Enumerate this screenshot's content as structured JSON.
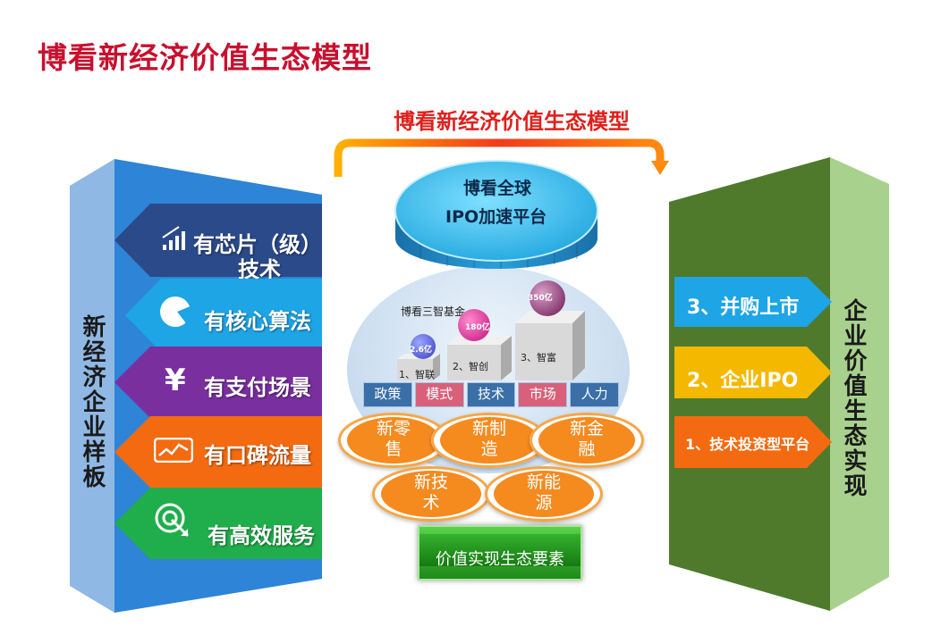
{
  "title": "博看新经济价值生态模型",
  "subtitle": "博看新经济价值生态模型",
  "left_panel": {
    "vertical_label": "新经济企业样板",
    "items": [
      {
        "icon": "signal-bars-icon",
        "line1": "有芯片（级）",
        "line2": "技术",
        "color": "#2b4a8a"
      },
      {
        "icon": "pie-chart-icon",
        "line1": "有核心算法",
        "color": "#1ea5e6"
      },
      {
        "icon": "yen-icon",
        "line1": "有支付场景",
        "color": "#7a2f9f"
      },
      {
        "icon": "trend-chart-icon",
        "line1": "有口碑流量",
        "color": "#f46a10"
      },
      {
        "icon": "target-arrow-icon",
        "line1": "有高效服务",
        "color": "#1fae4b"
      }
    ]
  },
  "center": {
    "platform_line1": "博看全球",
    "platform_line2": "IPO加速平台",
    "fund_label": "博看三智基金",
    "funds": [
      {
        "amount": "2.6亿",
        "name": "1、智联"
      },
      {
        "amount": "180亿",
        "name": "2、智创"
      },
      {
        "amount": "350亿",
        "name": "3、智富"
      }
    ],
    "elements_bar": [
      "政策",
      "模式",
      "技术",
      "市场",
      "人力"
    ],
    "new_items": [
      {
        "l1": "新零",
        "l2": "售"
      },
      {
        "l1": "新制",
        "l2": "造"
      },
      {
        "l1": "新金",
        "l2": "融"
      },
      {
        "l1": "新技",
        "l2": "术"
      },
      {
        "l1": "新能",
        "l2": "源"
      }
    ],
    "button_label": "价值实现生态要素"
  },
  "right_panel": {
    "vertical_label": "企业价值生态实现",
    "items": [
      {
        "label": "3、并购上市",
        "color": "#1ea5e6"
      },
      {
        "label": "2、企业IPO",
        "color": "#f5b800"
      },
      {
        "label": "1、技术投资型平台",
        "color": "#f46a10"
      }
    ]
  }
}
